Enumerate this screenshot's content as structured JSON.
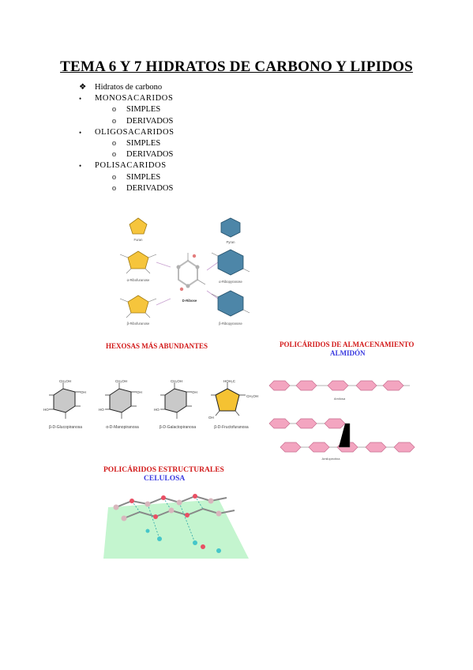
{
  "document": {
    "title": "TEMA 6 Y 7 HIDRATOS DE CARBONO Y LIPIDOS",
    "outline": [
      {
        "marker": "❖",
        "text": "Hidratos de carbono",
        "level": 0
      },
      {
        "marker": "•",
        "text": "MONOSACARIDOS",
        "level": 1
      },
      {
        "marker": "o",
        "text": "SIMPLES",
        "level": 2
      },
      {
        "marker": "o",
        "text": "DERIVADOS",
        "level": 2
      },
      {
        "marker": "•",
        "text": "OLIGOSACARIDOS",
        "level": 1
      },
      {
        "marker": "o",
        "text": "SIMPLES",
        "level": 2
      },
      {
        "marker": "o",
        "text": "DERIVADOS",
        "level": 2
      },
      {
        "marker": "•",
        "text": "POLISACARIDOS",
        "level": 1
      },
      {
        "marker": "o",
        "text": "SIMPLES",
        "level": 2
      },
      {
        "marker": "o",
        "text": "DERIVADOS",
        "level": 2
      }
    ]
  },
  "figures": {
    "furan": {
      "label": "Furan"
    },
    "pyran": {
      "label": "Pyran"
    },
    "alpha_ribofuranose": {
      "label": "α-Ribofuranose"
    },
    "beta_ribofuranose": {
      "label": "β-Ribofuranose"
    },
    "d_ribose": {
      "label": "D-Ribose"
    },
    "alpha_ribopyranose": {
      "label": "α-Ribopyranose"
    },
    "beta_ribopyranose": {
      "label": "β-Ribopyranose"
    },
    "hexoses": {
      "title": "HEXOSAS MÁS ABUNDANTES",
      "labels": [
        "β-D-Glucopiranosa",
        "α-D-Manopiranosa",
        "β-D-Galactopiranosa",
        "β-D-Fructofuranosa"
      ]
    },
    "storage": {
      "title": "POLICÁRIDOS DE ALMACENAMIENTO",
      "subtitle": "ALMIDÓN",
      "amylose_label": "Amilosa",
      "amylopectin_label": "Amilopectina"
    },
    "structural": {
      "title": "POLICÁRIDOS ESTRUCTURALES",
      "subtitle": "CELULOSA"
    }
  },
  "colors": {
    "furanose_fill": "#f6c53c",
    "pyranose_fill": "#4d86a8",
    "hexose_fill": "#c9c9c9",
    "fructose_fill": "#f5c232",
    "starch_fill": "#f3a5c0",
    "title_red": "#d21919",
    "subtitle_blue": "#3a3ae0",
    "cellulose_bg": "#c4f5cf"
  }
}
